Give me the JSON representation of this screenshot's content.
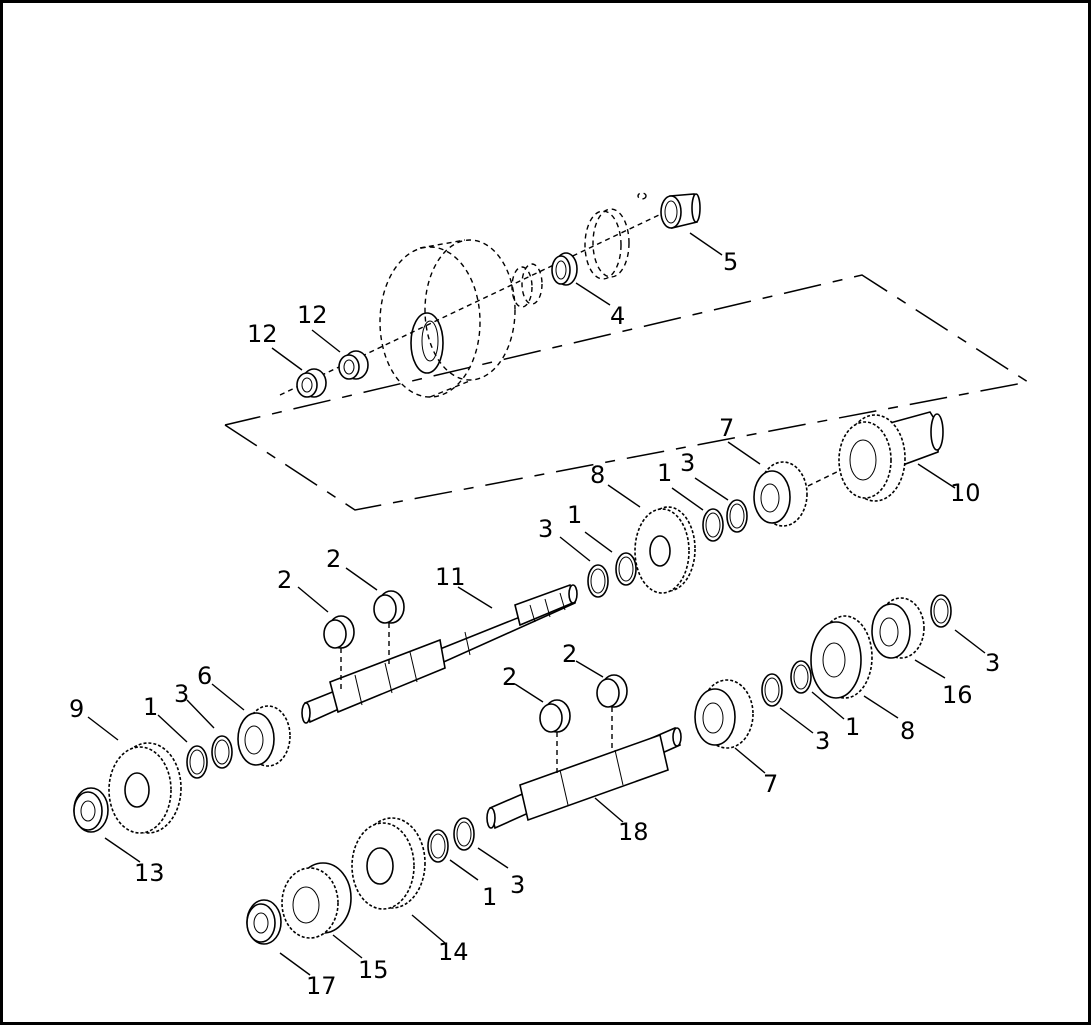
{
  "callouts": [
    {
      "id": "c12a",
      "label": "12"
    },
    {
      "id": "c12b",
      "label": "12"
    },
    {
      "id": "c4",
      "label": "4"
    },
    {
      "id": "c5",
      "label": "5"
    },
    {
      "id": "c7a",
      "label": "7"
    },
    {
      "id": "c3a",
      "label": "3"
    },
    {
      "id": "c1a",
      "label": "1"
    },
    {
      "id": "c8a",
      "label": "8"
    },
    {
      "id": "c10",
      "label": "10"
    },
    {
      "id": "c3b",
      "label": "3"
    },
    {
      "id": "c1b",
      "label": "1"
    },
    {
      "id": "c2a",
      "label": "2"
    },
    {
      "id": "c2b",
      "label": "2"
    },
    {
      "id": "c11",
      "label": "11"
    },
    {
      "id": "c9",
      "label": "9"
    },
    {
      "id": "c1c",
      "label": "1"
    },
    {
      "id": "c3c",
      "label": "3"
    },
    {
      "id": "c6",
      "label": "6"
    },
    {
      "id": "c13",
      "label": "13"
    },
    {
      "id": "c2c",
      "label": "2"
    },
    {
      "id": "c2d",
      "label": "2"
    },
    {
      "id": "c18",
      "label": "18"
    },
    {
      "id": "c7b",
      "label": "7"
    },
    {
      "id": "c3d",
      "label": "3"
    },
    {
      "id": "c1d",
      "label": "1"
    },
    {
      "id": "c8b",
      "label": "8"
    },
    {
      "id": "c16",
      "label": "16"
    },
    {
      "id": "c3e",
      "label": "3"
    },
    {
      "id": "c1e",
      "label": "1"
    },
    {
      "id": "c3f",
      "label": "3"
    },
    {
      "id": "c14",
      "label": "14"
    },
    {
      "id": "c15",
      "label": "15"
    },
    {
      "id": "c17",
      "label": "17"
    }
  ]
}
